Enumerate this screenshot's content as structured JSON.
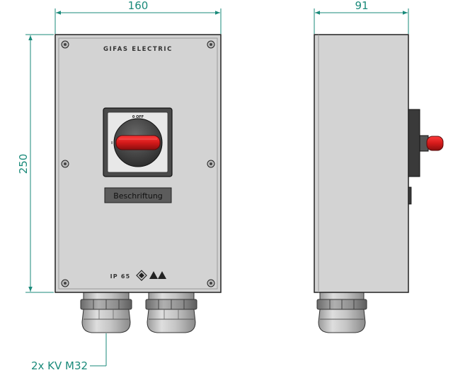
{
  "dimensions": {
    "width": "160",
    "depth": "91",
    "height": "250"
  },
  "front": {
    "brand": "GIFAS ELECTRIC",
    "switch_off_label": "0 OFF",
    "switch_on_label": "I",
    "label_plate": "Beschriftung",
    "ip_rating": "IP 65"
  },
  "callout": {
    "cable_glands": "2x KV M32"
  },
  "colors": {
    "dimension": "#1a8a7a",
    "housing": "#d3d3d3",
    "handle": "#d42020"
  }
}
